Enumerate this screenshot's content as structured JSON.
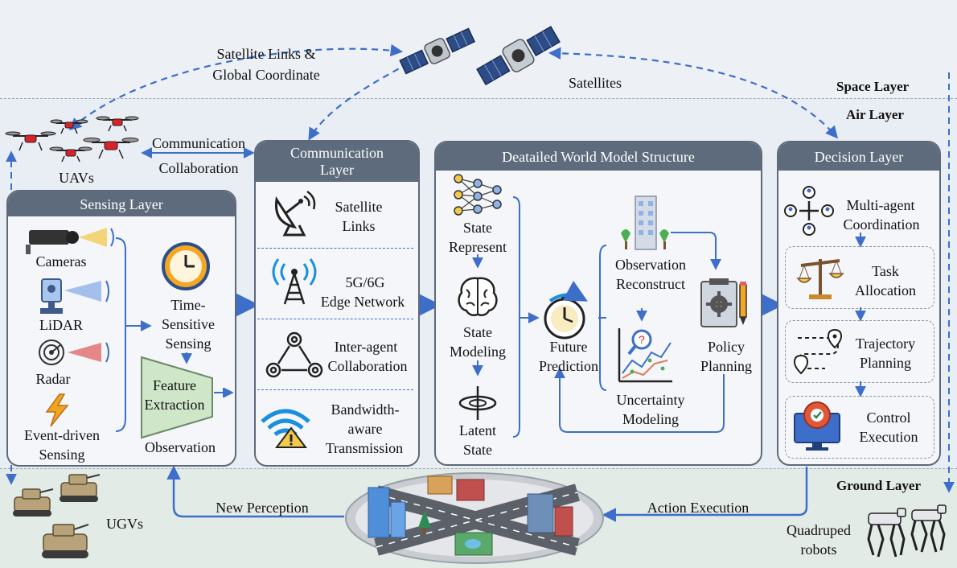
{
  "layers": {
    "space": "Space Layer",
    "air": "Air Layer",
    "ground": "Ground Layer"
  },
  "top": {
    "satellite_links": "Satellite Links &",
    "global_coordinate": "Global Coordinate",
    "satellites": "Satellites",
    "uavs": "UAVs",
    "communication": "Communication",
    "collaboration": "Collaboration"
  },
  "sensing": {
    "title": "Sensing Layer",
    "cameras": "Cameras",
    "lidar": "LiDAR",
    "radar": "Radar",
    "event_1": "Event-driven",
    "event_2": "Sensing",
    "time_1": "Time-",
    "time_2": "Sensitive",
    "time_3": "Sensing",
    "feature_1": "Feature",
    "feature_2": "Extraction",
    "observation": "Observation"
  },
  "communication": {
    "title_1": "Communication",
    "title_2": "Layer",
    "sat_1": "Satellite",
    "sat_2": "Links",
    "net_1": "5G/6G",
    "net_2": "Edge Network",
    "inter_1": "Inter-agent",
    "inter_2": "Collaboration",
    "bw_1": "Bandwidth-",
    "bw_2": "aware",
    "bw_3": "Transmission"
  },
  "world_model": {
    "title": "Deatailed World Model Structure",
    "state_rep_1": "State",
    "state_rep_2": "Represent",
    "state_mod_1": "State",
    "state_mod_2": "Modeling",
    "latent_1": "Latent",
    "latent_2": "State",
    "future_1": "Future",
    "future_2": "Prediction",
    "obs_1": "Observation",
    "obs_2": "Reconstruct",
    "unc_1": "Uncertainty",
    "unc_2": "Modeling",
    "policy_1": "Policy",
    "policy_2": "Planning"
  },
  "decision": {
    "title": "Decision Layer",
    "multi_1": "Multi-agent",
    "multi_2": "Coordination",
    "task_1": "Task",
    "task_2": "Allocation",
    "traj_1": "Trajectory",
    "traj_2": "Planning",
    "ctrl_1": "Control",
    "ctrl_2": "Execution"
  },
  "ground": {
    "ugvs": "UGVs",
    "new_perception": "New Perception",
    "action_execution": "Action Execution",
    "quad_1": "Quadruped",
    "quad_2": "robots"
  },
  "colors": {
    "arrow": "#3d6ec9",
    "panel_header": "#5d6b7c",
    "panel_border": "#5f6a78",
    "signal_yellow": "#f2c94c",
    "signal_blue": "#8fb3e8",
    "signal_red": "#e06060"
  }
}
